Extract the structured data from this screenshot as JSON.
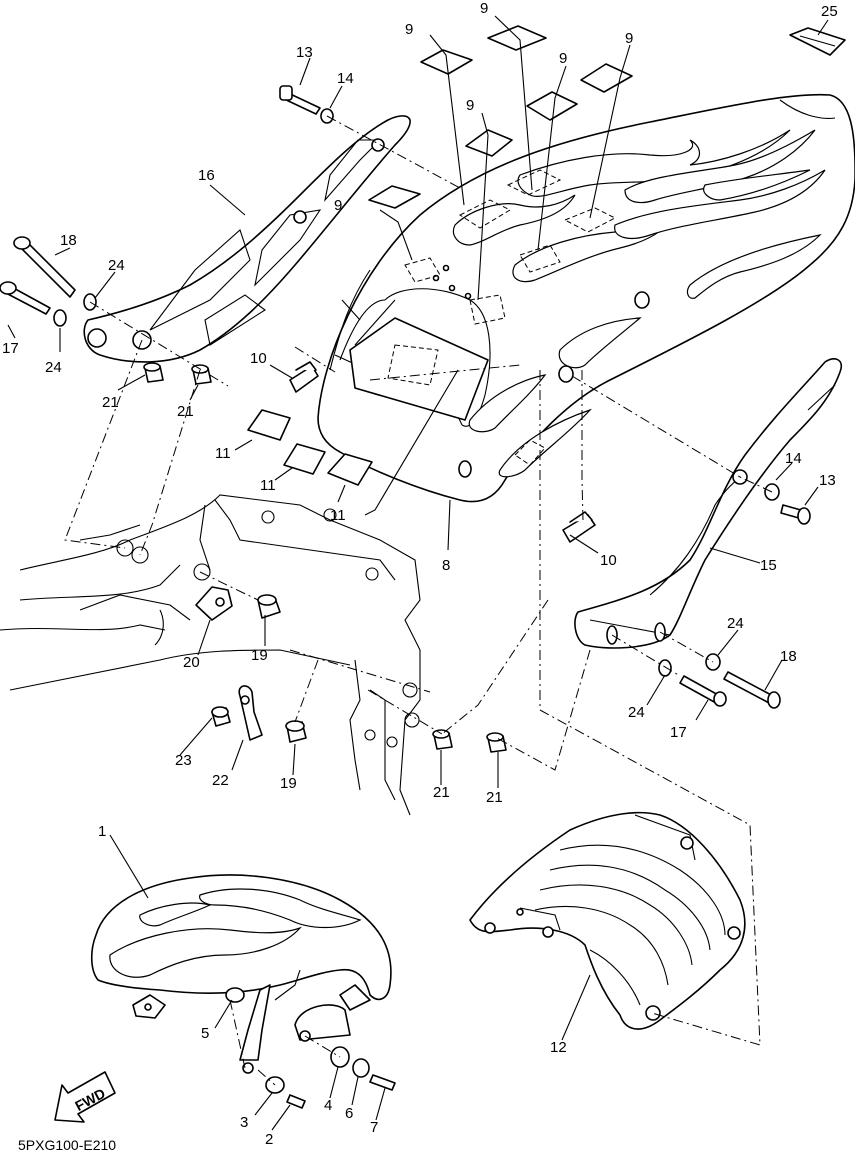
{
  "drawing_code": "5PXG100-E210",
  "fwd_label": "FWD",
  "callouts": {
    "c1": "1",
    "c2": "2",
    "c3": "3",
    "c4": "4",
    "c5": "5",
    "c6": "6",
    "c7": "7",
    "c8": "8",
    "c9a": "9",
    "c9b": "9",
    "c9c": "9",
    "c9d": "9",
    "c9e": "9",
    "c9f": "9",
    "c10a": "10",
    "c10b": "10",
    "c11a": "11",
    "c11b": "11",
    "c11c": "11",
    "c12": "12",
    "c13a": "13",
    "c13b": "13",
    "c14a": "14",
    "c14b": "14",
    "c15": "15",
    "c16": "16",
    "c17a": "17",
    "c17b": "17",
    "c18a": "18",
    "c18b": "18",
    "c19a": "19",
    "c19b": "19",
    "c20": "20",
    "c21a": "21",
    "c21b": "21",
    "c21c": "21",
    "c21d": "21",
    "c22": "22",
    "c23": "23",
    "c24a": "24",
    "c24b": "24",
    "c24c": "24",
    "c24d": "24",
    "c25": "25"
  }
}
